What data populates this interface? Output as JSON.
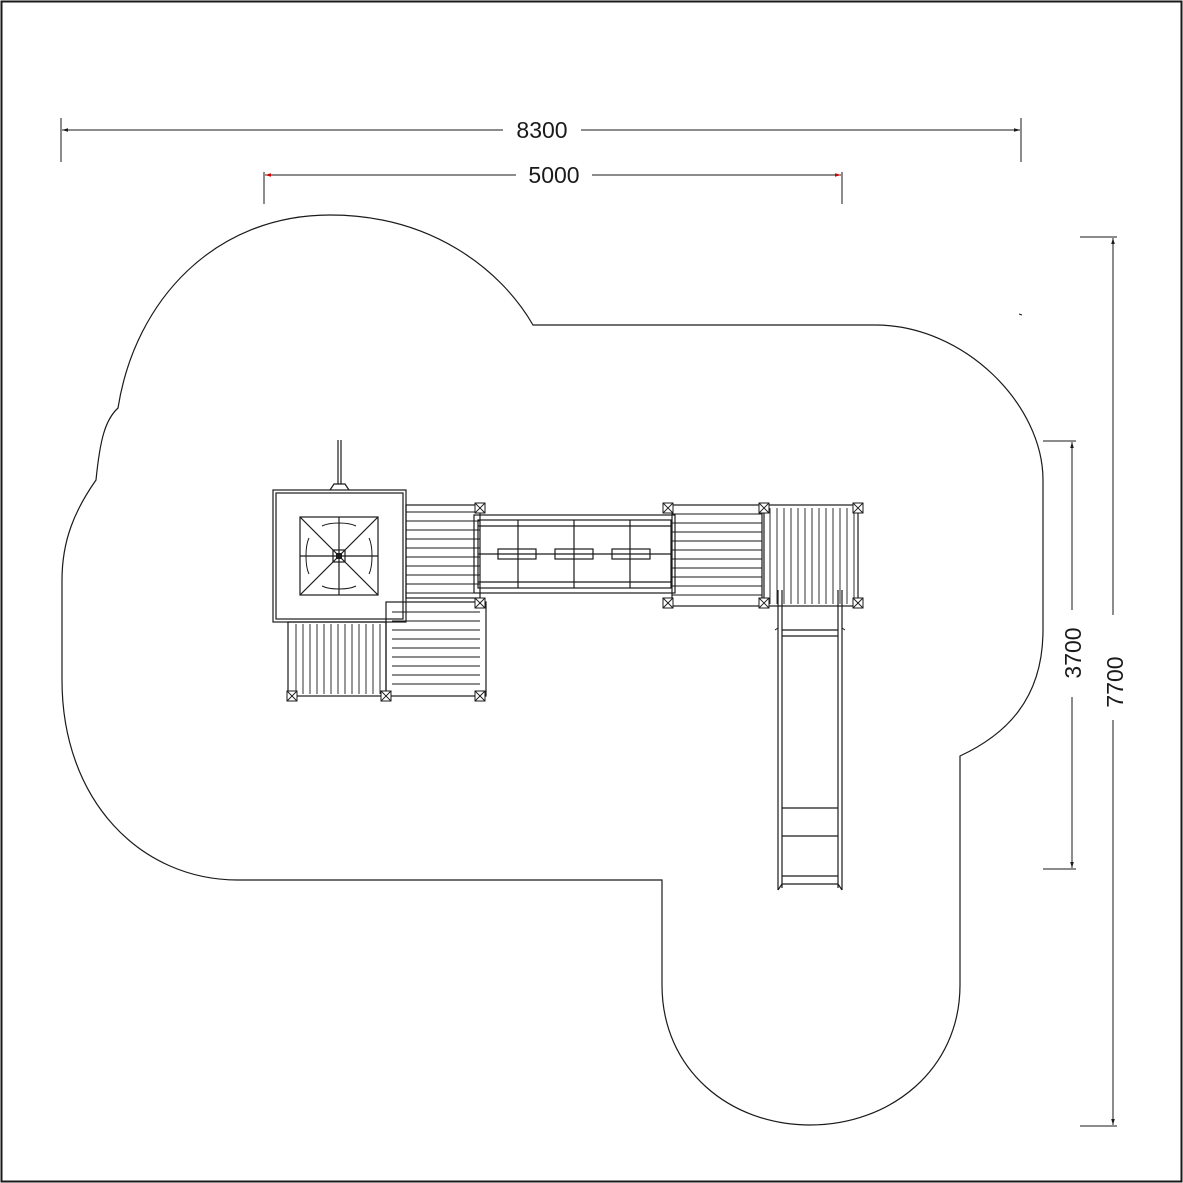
{
  "diagram": {
    "dimensions": {
      "overall_width": "8300",
      "equipment_width": "5000",
      "overall_depth": "7700",
      "equipment_depth": "3700"
    },
    "colors": {
      "line": "#1a1a1a",
      "accent_arrow": "#cc0000",
      "background": "#ffffff"
    }
  }
}
